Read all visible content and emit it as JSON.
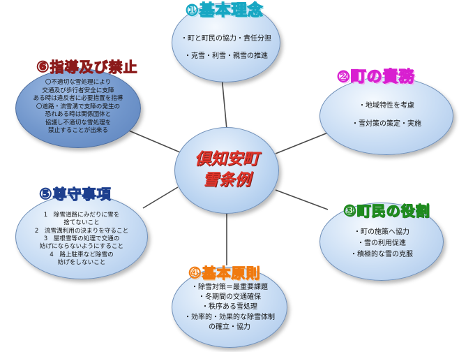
{
  "center": {
    "title_lines": [
      "倶知安町",
      "雪条例"
    ]
  },
  "sections": [
    {
      "id": "s1",
      "num": "①",
      "title": "基本理念",
      "items": [
        "・町と町民の協力・責任分担",
        "・克雪・利雪・親雪の推進"
      ]
    },
    {
      "id": "s2",
      "num": "②",
      "title": "町の責務",
      "items": [
        "・地域特性を考慮",
        "・雪対策の策定・実施"
      ]
    },
    {
      "id": "s3",
      "num": "③",
      "title": "町民の役割",
      "items": [
        "・町の施策へ協力",
        "・雪の利用促進",
        "・積極的な雪の克服"
      ]
    },
    {
      "id": "s4",
      "num": "④",
      "title": "基本原則",
      "items": [
        "・除雪対策＝最重要課題",
        "・冬期間の交通確保",
        "・秩序ある雪処理",
        "・効率的・効果的な除雪体制",
        "の確立・協力"
      ]
    },
    {
      "id": "s5",
      "num": "⑤",
      "title": "尊守事項",
      "items": [
        "1　除雪道路にみだりに雪を",
        "捨てないこと",
        "2　流雪溝利用の決まりを守ること",
        "3　屋根雪等の処理で交通の",
        "妨げにならないようにすること",
        "4　路上駐車など除雪の",
        "妨げをしないこと"
      ]
    },
    {
      "id": "s6",
      "num": "⑥",
      "title": "指導及び禁止",
      "items": [
        "〇不適切な雪処理により",
        "交通及び歩行者安全に支障",
        "ある時は違反者に必要措置を指導",
        "〇道路・流雪溝で支障の発生の",
        "恐れある時は関係団体と",
        "協議し不適切な雪処理を",
        "禁止することが出来る"
      ]
    }
  ]
}
